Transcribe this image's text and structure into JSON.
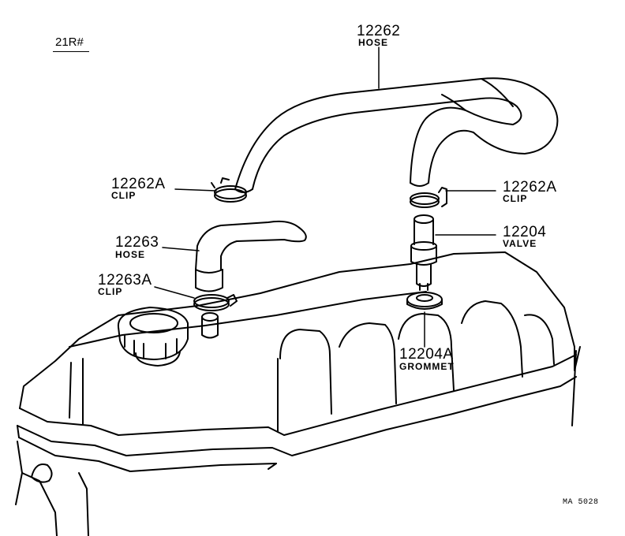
{
  "variant": "21R#",
  "drawing_code": "MA 5028",
  "callouts": {
    "hose_top": {
      "number": "12262",
      "desc": "HOSE"
    },
    "clip_left": {
      "number": "12262A",
      "desc": "CLIP"
    },
    "clip_right": {
      "number": "12262A",
      "desc": "CLIP"
    },
    "hose_small": {
      "number": "12263",
      "desc": "HOSE"
    },
    "clip_small": {
      "number": "12263A",
      "desc": "CLIP"
    },
    "valve": {
      "number": "12204",
      "desc": "VALVE"
    },
    "grommet": {
      "number": "12204A",
      "desc": "GROMMET"
    }
  },
  "colors": {
    "line": "#000000",
    "background": "#ffffff"
  }
}
